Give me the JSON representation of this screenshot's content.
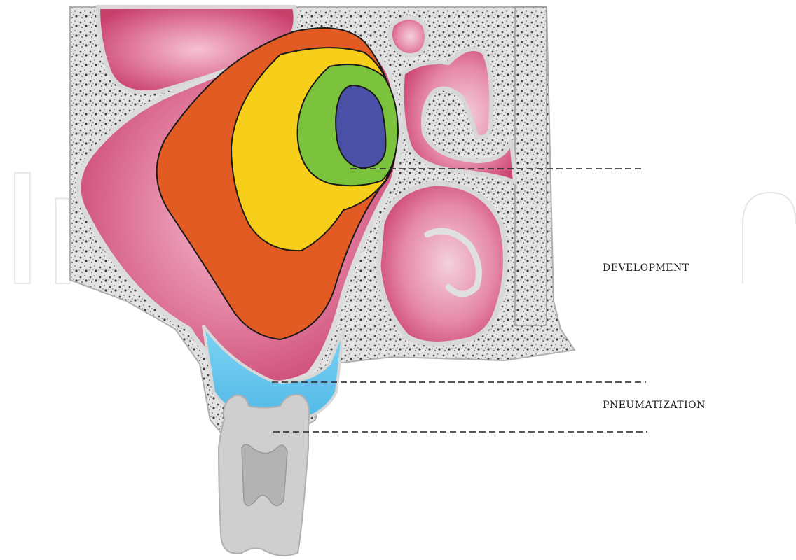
{
  "labels": {
    "development": "DEVELOPMENT",
    "pneumatization": "PNEUMATIZATION"
  },
  "watermark": "In",
  "colors": {
    "background": "#ffffff",
    "bone": "#dedede",
    "bone_outline": "#a8a8a8",
    "bone_speckle": "#555555",
    "soft_tissue_pink": "#d9557f",
    "soft_tissue_light": "#f0a8bf",
    "cavity_light_blue": "#6ec9ee",
    "tooth": "#cfcfcf",
    "zone_orange": "#e25b22",
    "zone_yellow": "#f7cf1a",
    "zone_green": "#7cc33d",
    "zone_blue": "#4a50a6",
    "dashed_line": "#222222"
  },
  "zones": [
    {
      "name": "orange-stage-zone",
      "color": "#e25b22"
    },
    {
      "name": "yellow-stage-zone",
      "color": "#f7cf1a"
    },
    {
      "name": "green-stage-zone",
      "color": "#7cc33d"
    },
    {
      "name": "blue-stage-zone",
      "color": "#4a50a6"
    }
  ]
}
